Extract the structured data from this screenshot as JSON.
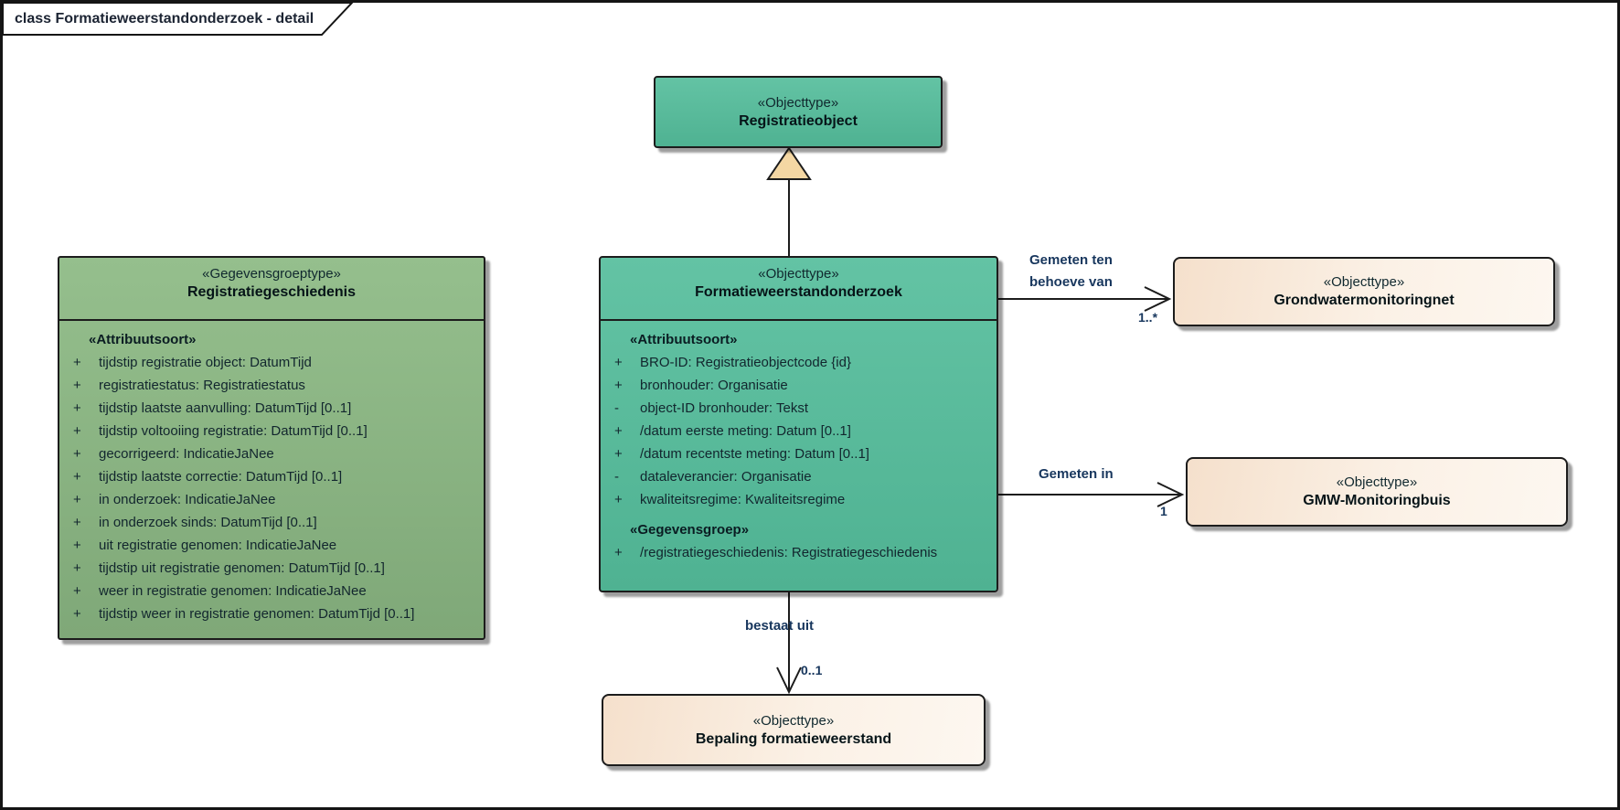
{
  "frame": {
    "title": "class Formatieweerstandonderzoek - detail"
  },
  "colors": {
    "teal": "#55b998",
    "green": "#8ab483",
    "cream": "#f8e9da",
    "edge_label": "#17365d",
    "generalization_arrow_fill": "#f4d7a3",
    "border": "#1c1c1c"
  },
  "classes": {
    "registratieobject": {
      "stereotype": "«Objecttype»",
      "name": "Registratieobject"
    },
    "registratiegeschiedenis": {
      "stereotype": "«Gegevensgroeptype»",
      "name": "Registratiegeschiedenis",
      "section": "«Attribuutsoort»",
      "attributes": [
        {
          "vis": "+",
          "text": "tijdstip registratie object: DatumTijd"
        },
        {
          "vis": "+",
          "text": "registratiestatus: Registratiestatus"
        },
        {
          "vis": "+",
          "text": "tijdstip laatste aanvulling: DatumTijd [0..1]"
        },
        {
          "vis": "+",
          "text": "tijdstip voltooiing registratie: DatumTijd [0..1]"
        },
        {
          "vis": "+",
          "text": "gecorrigeerd: IndicatieJaNee"
        },
        {
          "vis": "+",
          "text": "tijdstip laatste correctie: DatumTijd [0..1]"
        },
        {
          "vis": "+",
          "text": "in onderzoek: IndicatieJaNee"
        },
        {
          "vis": "+",
          "text": "in onderzoek sinds: DatumTijd [0..1]"
        },
        {
          "vis": "+",
          "text": "uit registratie genomen: IndicatieJaNee"
        },
        {
          "vis": "+",
          "text": "tijdstip uit registratie genomen: DatumTijd [0..1]"
        },
        {
          "vis": "+",
          "text": "weer in registratie genomen: IndicatieJaNee"
        },
        {
          "vis": "+",
          "text": "tijdstip weer in registratie genomen: DatumTijd [0..1]"
        }
      ]
    },
    "formatieweerstandonderzoek": {
      "stereotype": "«Objecttype»",
      "name": "Formatieweerstandonderzoek",
      "section1": "«Attribuutsoort»",
      "attributes1": [
        {
          "vis": "+",
          "text": "BRO-ID: Registratieobjectcode {id}"
        },
        {
          "vis": "+",
          "text": "bronhouder: Organisatie"
        },
        {
          "vis": "-",
          "text": "object-ID bronhouder: Tekst"
        },
        {
          "vis": "+",
          "text": "/datum eerste meting: Datum [0..1]"
        },
        {
          "vis": "+",
          "text": "/datum recentste meting: Datum [0..1]"
        },
        {
          "vis": "-",
          "text": "dataleverancier: Organisatie"
        },
        {
          "vis": "+",
          "text": "kwaliteitsregime: Kwaliteitsregime"
        }
      ],
      "section2": "«Gegevensgroep»",
      "attributes2": [
        {
          "vis": "+",
          "text": "/registratiegeschiedenis: Registratiegeschiedenis"
        }
      ]
    },
    "grondwatermonitoringnet": {
      "stereotype": "«Objecttype»",
      "name": "Grondwatermonitoringnet"
    },
    "gmw_monitoringbuis": {
      "stereotype": "«Objecttype»",
      "name": "GMW-Monitoringbuis"
    },
    "bepaling_formatieweerstand": {
      "stereotype": "«Objecttype»",
      "name": "Bepaling formatieweerstand"
    }
  },
  "relations": {
    "generalization": {
      "from": "Formatieweerstandonderzoek",
      "to": "Registratieobject"
    },
    "gemeten_ten_behoeve_van": {
      "label": "Gemeten ten\nbehoeve van",
      "multiplicity": "1..*"
    },
    "gemeten_in": {
      "label": "Gemeten in",
      "multiplicity": "1"
    },
    "bestaat_uit": {
      "label": "bestaat uit",
      "multiplicity": "0..1"
    }
  }
}
